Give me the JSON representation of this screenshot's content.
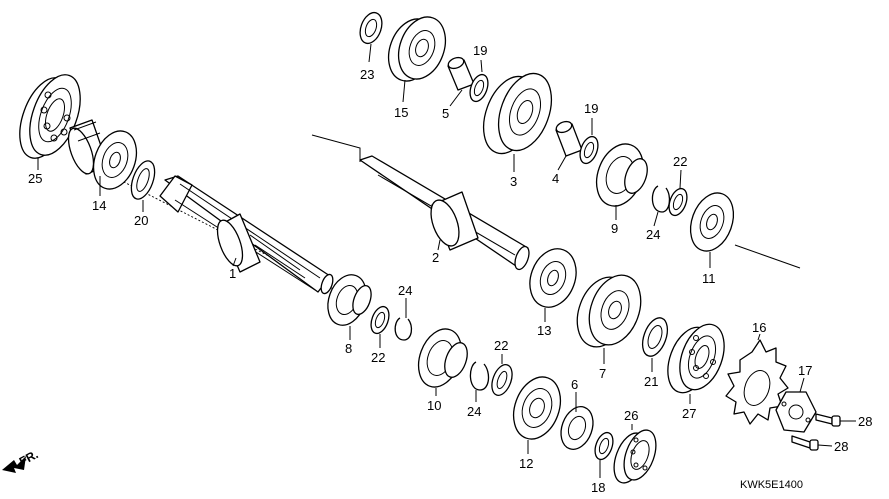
{
  "diagram": {
    "title": "Transmission parts exploded view",
    "reference_code": "KWK5E1400",
    "direction_label": "FR.",
    "callouts": {
      "p1": "1",
      "p2": "2",
      "p3": "3",
      "p4": "4",
      "p5": "5",
      "p6": "6",
      "p7": "7",
      "p8": "8",
      "p9": "9",
      "p10": "10",
      "p11": "11",
      "p12": "12",
      "p13": "13",
      "p14": "14",
      "p15": "15",
      "p16": "16",
      "p17": "17",
      "p18": "18",
      "p19a": "19",
      "p19b": "19",
      "p20": "20",
      "p21": "21",
      "p22a": "22",
      "p22b": "22",
      "p22c": "22",
      "p23": "23",
      "p24a": "24",
      "p24b": "24",
      "p24c": "24",
      "p25": "25",
      "p26": "26",
      "p27": "27",
      "p28a": "28",
      "p28b": "28"
    }
  }
}
